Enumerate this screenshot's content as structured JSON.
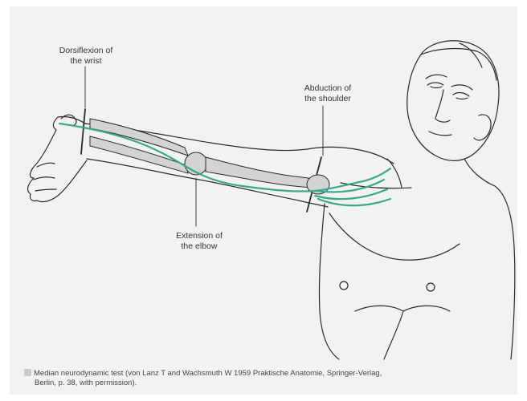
{
  "figure": {
    "labels": {
      "wrist": [
        "Dorsiflexion of",
        "the wrist"
      ],
      "shoulder": [
        "Abduction of",
        "the shoulder"
      ],
      "elbow": [
        "Extension of",
        "the elbow"
      ]
    },
    "caption": {
      "line1": "Median neurodynamic test (von Lanz T and Wachsmuth W 1959 Praktische Anatomie, Springer-Verlag,",
      "line2": "Berlin, p. 38, with permission)."
    },
    "colors": {
      "nerve": "#3aa88a",
      "bone": "#d3d3d3",
      "outline": "#2a2a2a",
      "background": "#f2f3f0"
    }
  }
}
